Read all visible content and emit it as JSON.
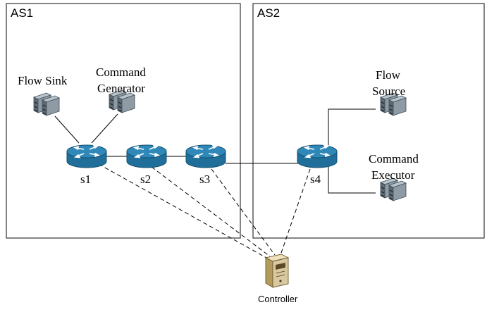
{
  "domains": [
    {
      "id": "as1",
      "label": "AS1"
    },
    {
      "id": "as2",
      "label": "AS2"
    }
  ],
  "switches": [
    {
      "id": "s1",
      "label": "s1"
    },
    {
      "id": "s2",
      "label": "s2"
    },
    {
      "id": "s3",
      "label": "s3"
    },
    {
      "id": "s4",
      "label": "s4"
    }
  ],
  "hosts": {
    "flow_sink": {
      "lines": [
        "Flow Sink"
      ]
    },
    "command_generator": {
      "lines": [
        "Command",
        "Generator"
      ]
    },
    "flow_source": {
      "lines": [
        "Flow",
        "Source"
      ]
    },
    "command_executor": {
      "lines": [
        "Command",
        "Executor"
      ]
    }
  },
  "controller": {
    "label": "Controller"
  },
  "colors": {
    "router_body": "#1f6f9a",
    "router_top": "#2f88b8",
    "server_body": "#7c8a94",
    "controller_body": "#d9c9a0"
  },
  "icons": {
    "router": "router-icon",
    "server": "server-rack-icon",
    "controller": "controller-pc-icon"
  }
}
